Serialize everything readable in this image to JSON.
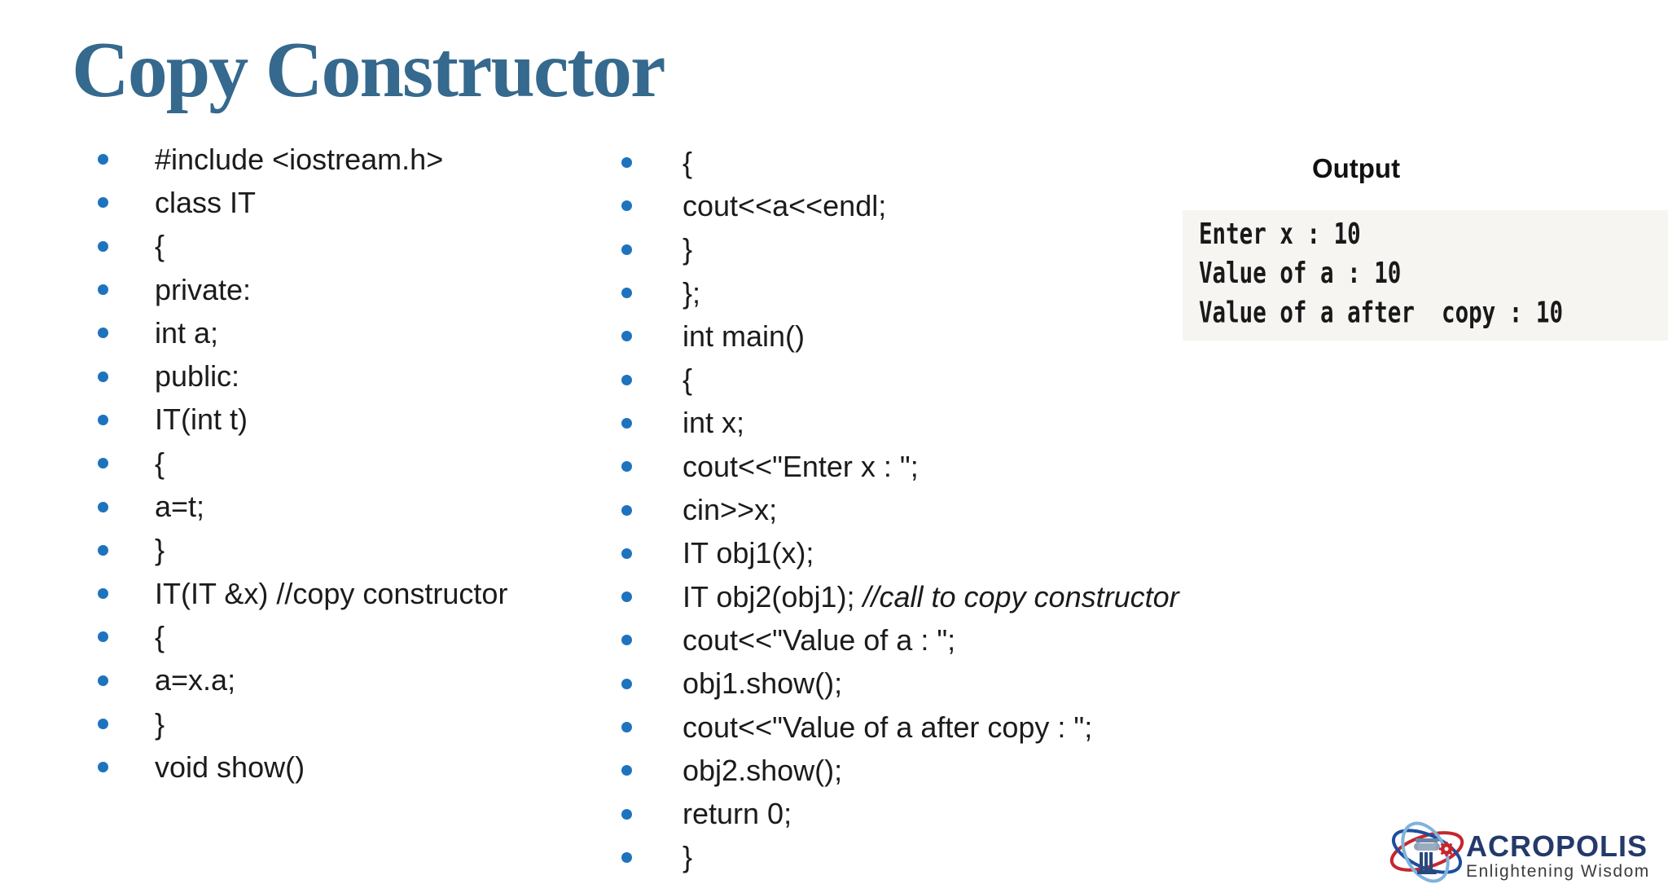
{
  "slide": {
    "title": "Copy Constructor",
    "title_color": "#35698D",
    "bullet_color": "#1E73BE",
    "background_color": "#FFFFFF"
  },
  "code_columns": [
    {
      "lines": [
        {
          "text": "#include <iostream.h>"
        },
        {
          "text": "class IT"
        },
        {
          "text": "{"
        },
        {
          "text": "private:"
        },
        {
          "text": "int a;"
        },
        {
          "text": "public:"
        },
        {
          "text": "IT(int t)"
        },
        {
          "text": "{"
        },
        {
          "text": "a=t;"
        },
        {
          "text": "}"
        },
        {
          "text": "IT(IT &x) //copy constructor"
        },
        {
          "text": "{"
        },
        {
          "text": "a=x.a;"
        },
        {
          "text": "}"
        },
        {
          "text": "void show()"
        }
      ]
    },
    {
      "lines": [
        {
          "text": "{"
        },
        {
          "text": "cout<<a<<endl;"
        },
        {
          "text": "}"
        },
        {
          "text": "};"
        },
        {
          "text": "int main()"
        },
        {
          "text": "{"
        },
        {
          "text": "int x;"
        },
        {
          "text": "cout<<\"Enter x : \";"
        },
        {
          "text": "cin>>x;"
        },
        {
          "text": "IT obj1(x);"
        },
        {
          "text": "IT obj2(obj1); ",
          "comment": "//call to copy constructor"
        },
        {
          "text": "cout<<\"Value of a : \";"
        },
        {
          "text": "obj1.show();"
        },
        {
          "text": "cout<<\"Value of a after copy : \";"
        },
        {
          "text": "obj2.show();"
        },
        {
          "text": "return 0;"
        },
        {
          "text": "}"
        }
      ]
    }
  ],
  "output_panel": {
    "heading": "Output",
    "console_lines": [
      "Enter x : 10",
      "Value of a : 10",
      "Value of a after  copy : 10"
    ],
    "console_text_color": "#191919",
    "console_background_color": "#F6F5F2"
  },
  "logo": {
    "name": "ACROPOLIS",
    "tagline": "Enlightening Wisdom",
    "navy": "#24396B",
    "red": "#C8252C",
    "dark_blue": "#1D4E9E",
    "light_blue": "#7FB3DC"
  }
}
